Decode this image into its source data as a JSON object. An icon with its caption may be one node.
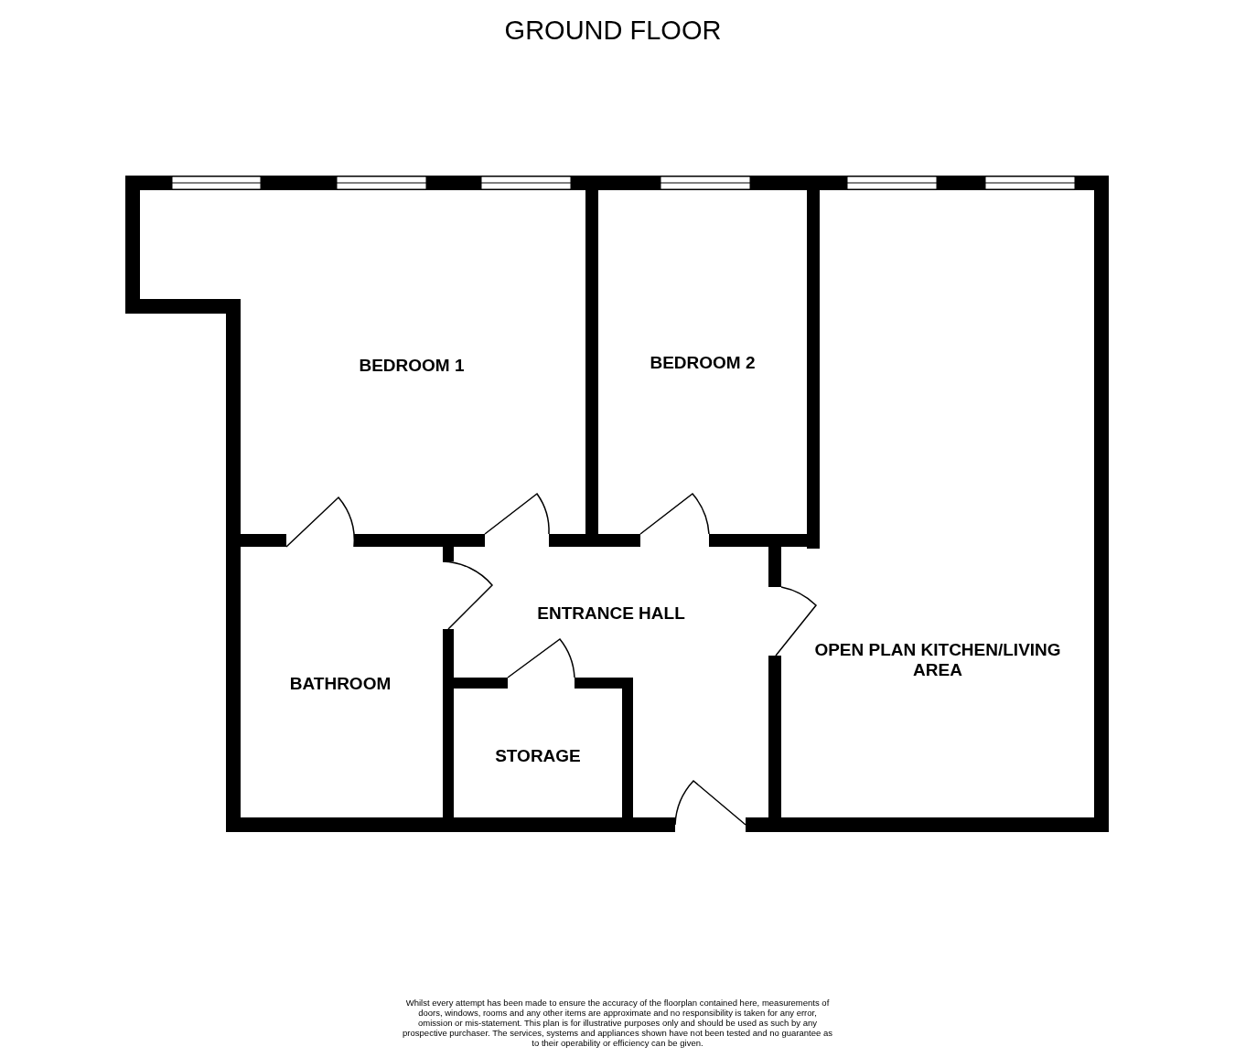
{
  "diagram": {
    "title": "GROUND FLOOR",
    "caption": "Whilst every attempt has been made to ensure the accuracy of the floorplan contained here, measurements of doors, windows, rooms and any other items are approximate and no responsibility is taken for any error, omission or mis-statement. This plan is for illustrative purposes only and should be used as such by any prospective purchaser. The services, systems and appliances shown have not been tested and no guarantee as to their operability or efficiency can be given.",
    "labels": [
      "BEDROOM 1",
      "BEDROOM 2",
      "ENTRANCE HALL",
      "OPEN PLAN KITCHEN/LIVING AREA",
      "BATHROOM",
      "STORAGE"
    ]
  }
}
